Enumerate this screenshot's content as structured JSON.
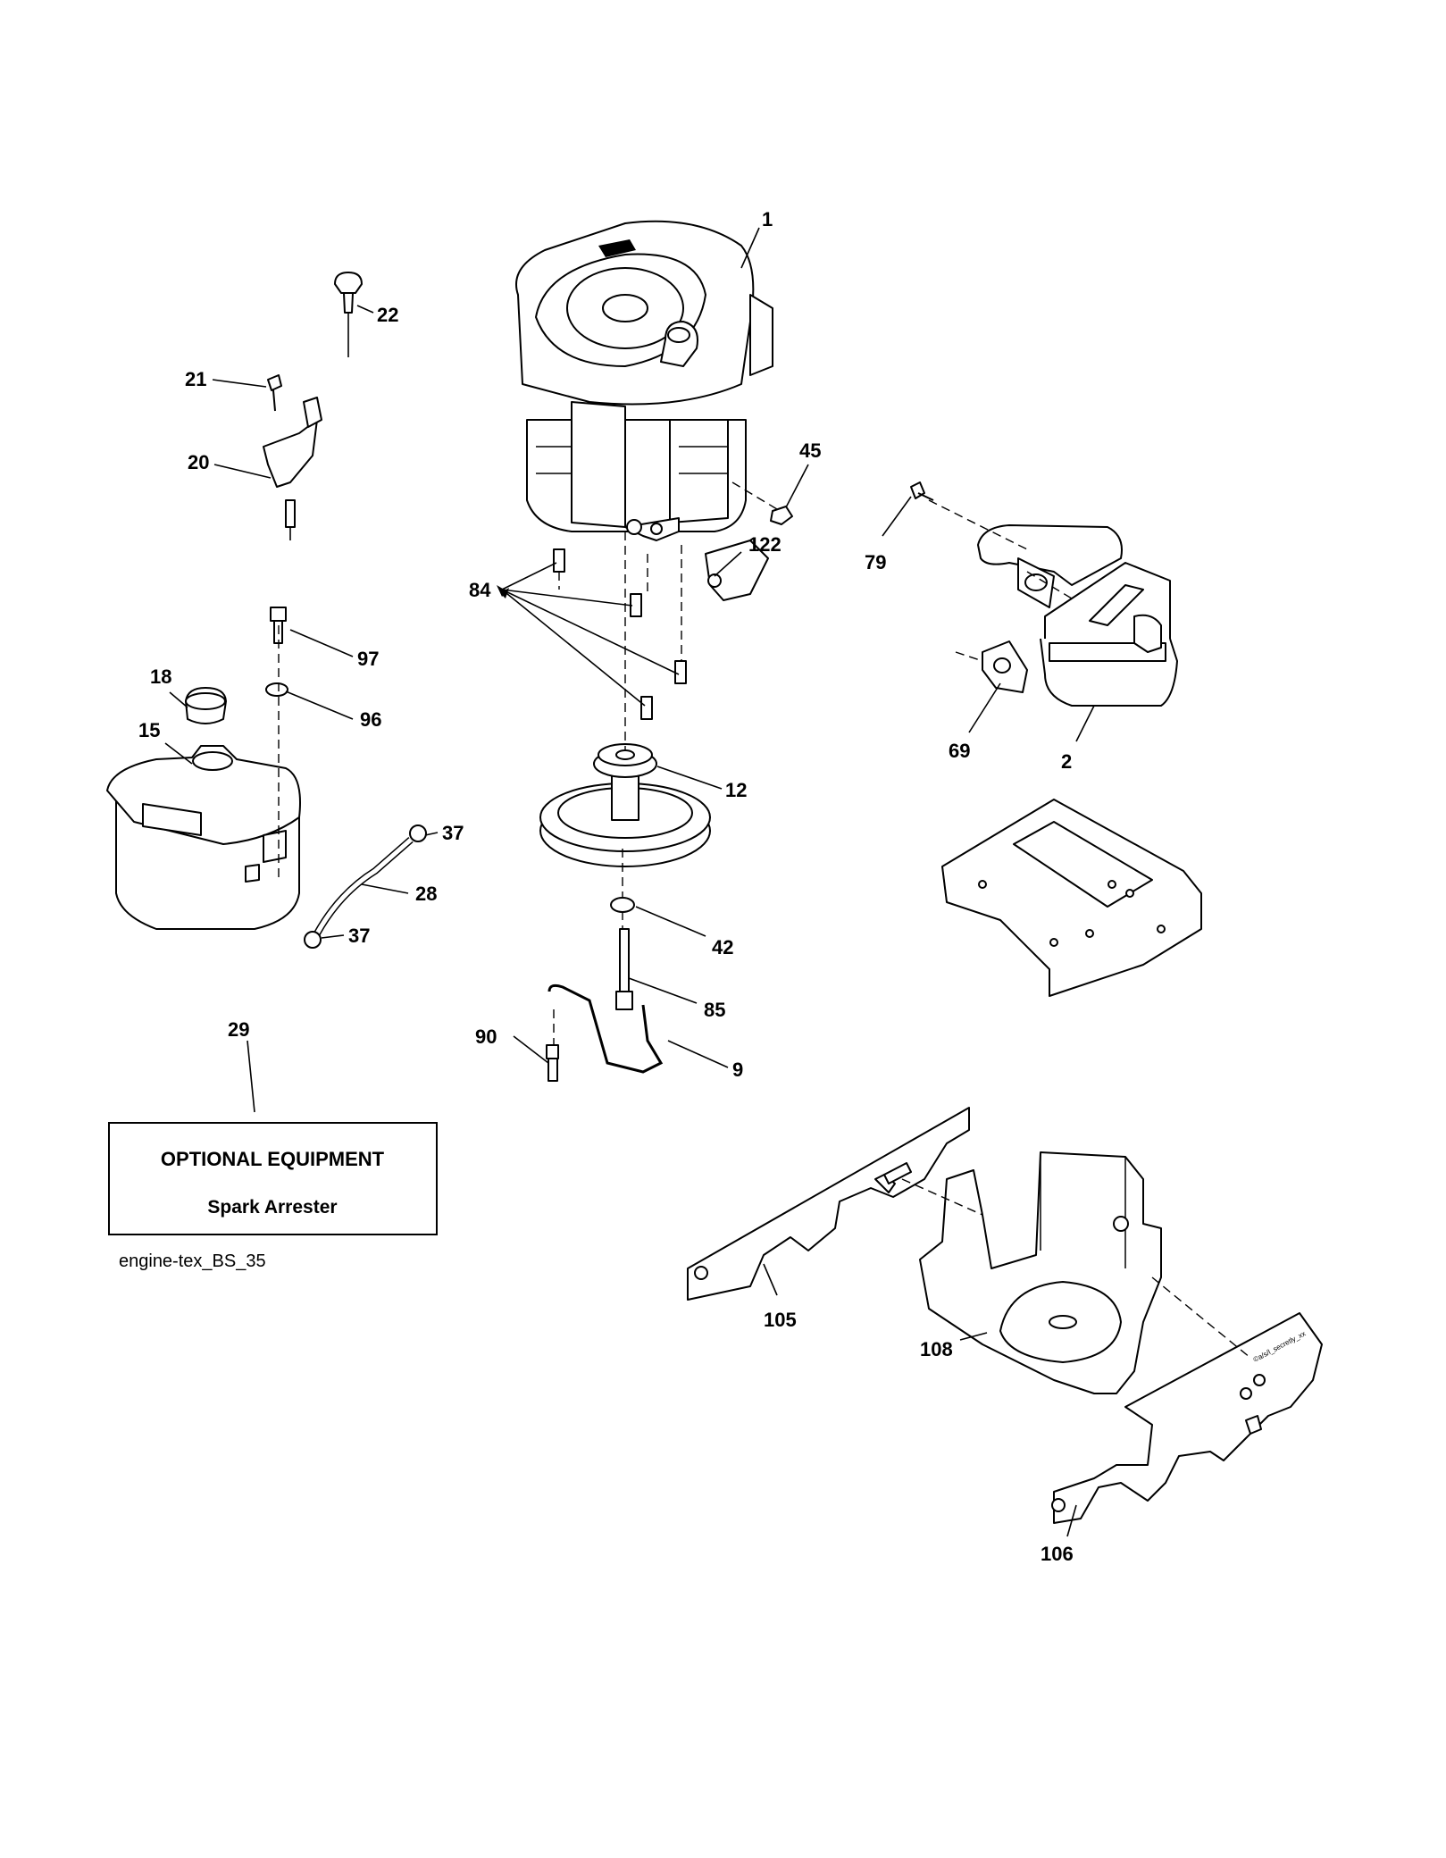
{
  "callouts": {
    "c1": "1",
    "c2": "2",
    "c9": "9",
    "c12": "12",
    "c15": "15",
    "c18": "18",
    "c20": "20",
    "c21": "21",
    "c22": "22",
    "c28": "28",
    "c29": "29",
    "c37a": "37",
    "c37b": "37",
    "c42": "42",
    "c45": "45",
    "c69": "69",
    "c79": "79",
    "c84": "84",
    "c85": "85",
    "c90": "90",
    "c96": "96",
    "c97": "97",
    "c105": "105",
    "c106": "106",
    "c108": "108",
    "c122": "122"
  },
  "optional_box": {
    "title": "OPTIONAL EQUIPMENT",
    "subtitle": "Spark Arrester"
  },
  "reference": "engine-tex_BS_35",
  "watermark": "©a/s/l_secretly_xx"
}
